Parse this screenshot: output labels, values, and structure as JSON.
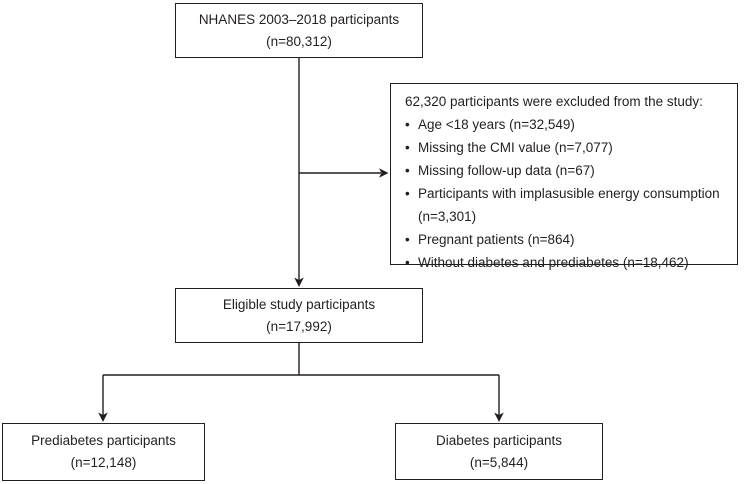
{
  "figure": {
    "title": "Participant selection flowchart",
    "colors": {
      "line": "#231f20",
      "text": "#231f20",
      "background": "#ffffff"
    },
    "boxes": {
      "top": {
        "line1": "NHANES 2003–2018 participants",
        "line2": "(n=80,312)"
      },
      "exclusion": {
        "title": "62,320 participants were excluded from the study:",
        "bullet": "•",
        "items": [
          "Age <18 years (n=32,549)",
          "Missing the CMI value (n=7,077)",
          "Missing follow-up data (n=67)",
          "Participants with implasusible energy consumption (n=3,301)",
          "Pregnant patients (n=864)",
          "Without diabetes and prediabetes (n=18,462)"
        ]
      },
      "eligible": {
        "line1": "Eligible study participants",
        "line2": "(n=17,992)"
      },
      "prediabetes": {
        "line1": "Prediabetes participants",
        "line2": "(n=12,148)"
      },
      "diabetes": {
        "line1": "Diabetes participants",
        "line2": "(n=5,844)"
      }
    }
  }
}
